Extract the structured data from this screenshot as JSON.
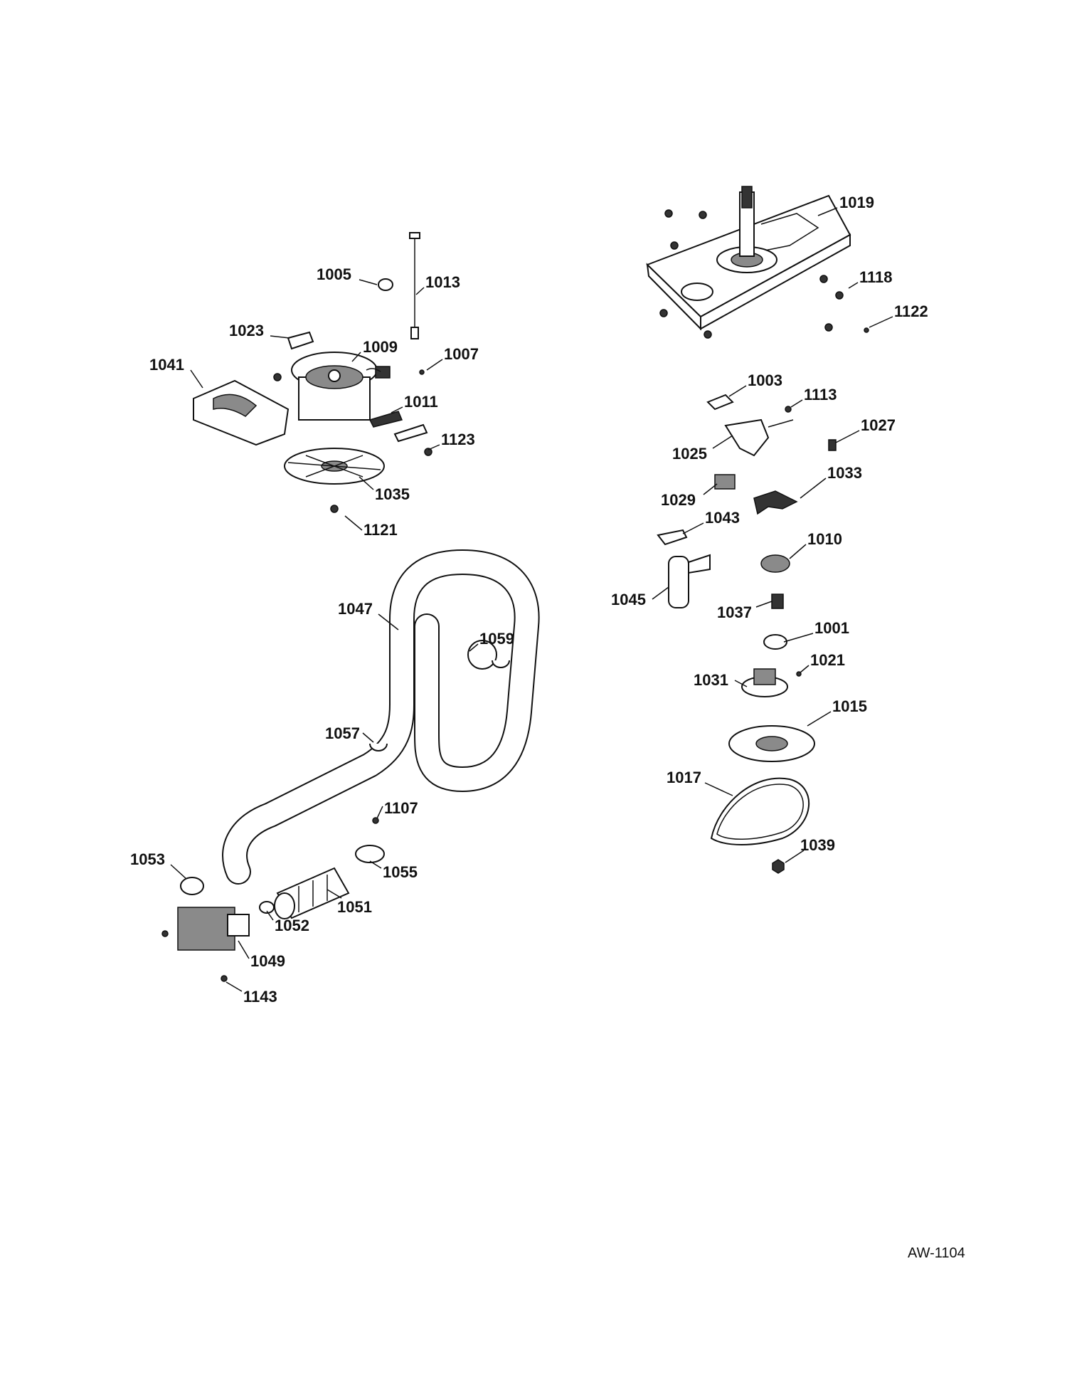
{
  "drawing_code": "AW-1104",
  "callouts": [
    "1019",
    "1005",
    "1013",
    "1118",
    "1122",
    "1023",
    "1009",
    "1007",
    "1041",
    "1003",
    "1113",
    "1011",
    "1123",
    "1027",
    "1025",
    "1035",
    "1033",
    "1029",
    "1043",
    "1121",
    "1010",
    "1045",
    "1047",
    "1037",
    "1059",
    "1001",
    "1021",
    "1031",
    "1015",
    "1057",
    "1017",
    "1107",
    "1039",
    "1053",
    "1055",
    "1051",
    "1052",
    "1049",
    "1143"
  ]
}
